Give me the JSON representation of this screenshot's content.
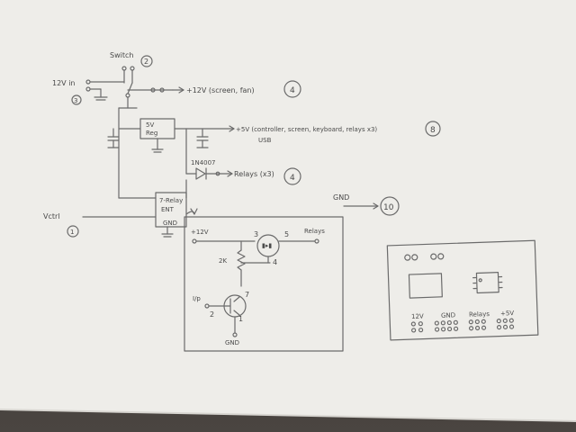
{
  "labels": {
    "switch": "Switch",
    "switch_num": "2",
    "v12_in": "12V in",
    "v12_in_num": "3",
    "out12": "+12V  (screen, fan)",
    "out12_num": "4",
    "reg": "5V",
    "reg2": "Reg",
    "out5": "+5V  (controller, screen, keyboard, relays x3)",
    "out5_usb": "USB",
    "out5_num": "8",
    "diode": "1N4007",
    "relays_out": "Relays (x3)",
    "relays_num": "4",
    "gnd_out": "GND",
    "gnd_num": "10",
    "vctrl": "Vctrl",
    "vctrl_num": "1",
    "ic_line1": "7-Relay",
    "ic_line2": "ENT",
    "ic_line3": "GND",
    "d_plus12": "+12V",
    "d_pin3": "3",
    "d_pin5": "5",
    "d_relays": "Relays",
    "d_res": "2K",
    "d_pin4": "4",
    "d_pin7": "7",
    "d_pin2": "2",
    "d_pin1": "1",
    "d_ip": "I/p",
    "d_gnd": "GND",
    "b_12v": "12V",
    "b_gnd": "GND",
    "b_relays": "Relays",
    "b_5v": "+5V"
  },
  "colors": {
    "paper": "#eeede9",
    "ink": "#6b6b6b"
  }
}
